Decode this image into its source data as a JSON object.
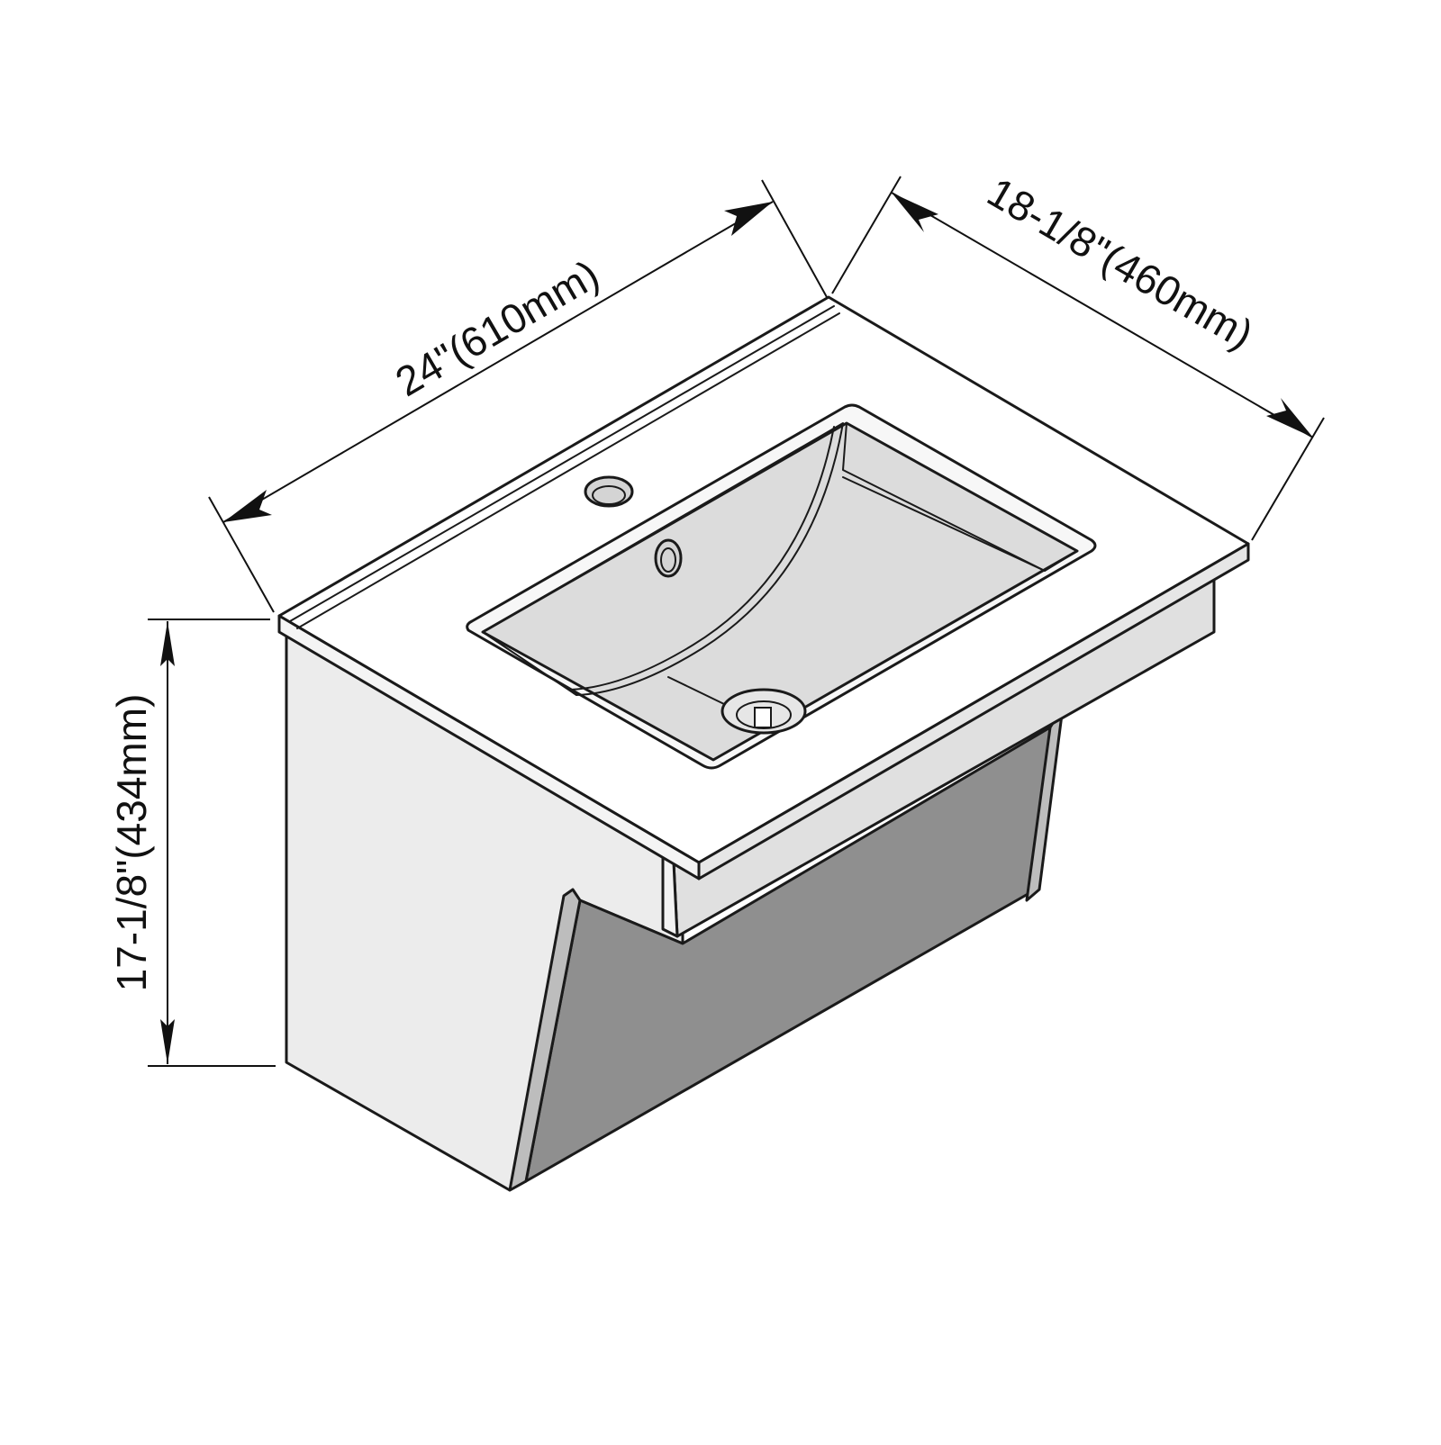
{
  "diagram": {
    "dimensions": {
      "width": {
        "label": "24\"(610mm)"
      },
      "depth": {
        "label": "18-1/8\"(460mm)"
      },
      "height": {
        "label": "17-1/8\"(434mm)"
      }
    },
    "colors": {
      "outline": "#1a1a1a",
      "countertop": "#ffffff",
      "left_panel": "#ececec",
      "apron": "#e0e0e0",
      "right_panel": "#bdbdbd",
      "cabinet_front": "#8f8f8f",
      "basin_interior": "#dcdcdc",
      "basin_back": "#f2f2f2"
    }
  }
}
